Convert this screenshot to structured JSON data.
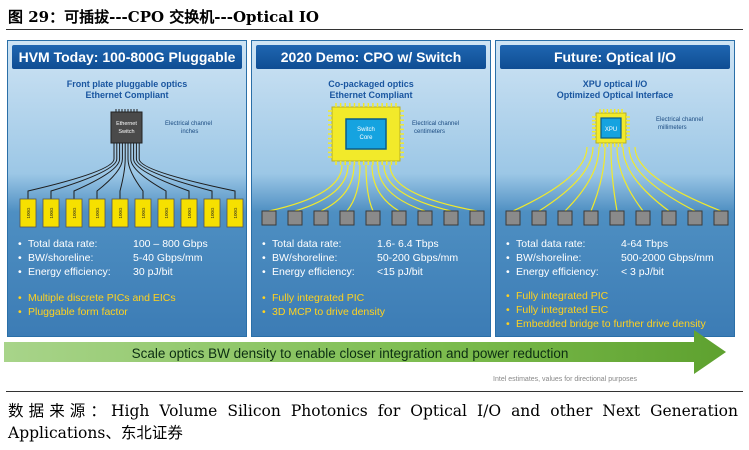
{
  "figure": {
    "title": "图 29：可插拔---CPO 交换机---Optical IO"
  },
  "panels": [
    {
      "header": "HVM Today: 100-800G Pluggable",
      "sub1": "Front plate pluggable optics",
      "sub2": "Ethernet Compliant",
      "chip_line1": "Ethernet",
      "chip_line2": "Switch",
      "channel_line1": "Electrical channel",
      "channel_line2": "inches",
      "module_label": "100G",
      "stats": [
        {
          "label": "Total data rate:",
          "value": "100 – 800 Gbps"
        },
        {
          "label": "BW/shoreline:",
          "value": "5-40 Gbps/mm"
        },
        {
          "label": "Energy efficiency:",
          "value": "30 pJ/bit"
        }
      ],
      "features": [
        "Multiple discrete PICs and EICs",
        "Pluggable form factor"
      ]
    },
    {
      "header": "2020 Demo: CPO w/ Switch",
      "sub1": "Co-packaged optics",
      "sub2": "Ethernet Compliant",
      "chip_line1": "Switch",
      "chip_line2": "Core",
      "channel_line1": "Electrical channel",
      "channel_line2": "centimeters",
      "stats": [
        {
          "label": "Total data rate:",
          "value": "1.6- 6.4 Tbps"
        },
        {
          "label": "BW/shoreline:",
          "value": "50-200 Gbps/mm"
        },
        {
          "label": "Energy efficiency:",
          "value": "<15 pJ/bit"
        }
      ],
      "features": [
        "Fully integrated PIC",
        "3D MCP to drive density"
      ]
    },
    {
      "header": "Future: Optical I/O",
      "sub1": "XPU optical I/O",
      "sub2": "Optimized Optical Interface",
      "chip_line1": "XPU",
      "channel_line1": "Electrical channel",
      "channel_line2": "millimeters",
      "stats": [
        {
          "label": "Total data rate:",
          "value": "4-64 Tbps"
        },
        {
          "label": "BW/shoreline:",
          "value": "500-2000 Gbps/mm"
        },
        {
          "label": "Energy efficiency:",
          "value": "< 3 pJ/bit"
        }
      ],
      "features": [
        "Fully integrated PIC",
        "Fully integrated EIC",
        "Embedded bridge to further drive density"
      ]
    }
  ],
  "arrow": {
    "text": "Scale optics BW density to enable closer integration and power reduction"
  },
  "note": "Intel estimates, values for directional purposes",
  "source": "数据来源：High Volume Silicon Photonics for Optical I/O and other Next Generation Applications、东北证券",
  "colors": {
    "header_blue": "#1462b0",
    "feature_yellow": "#ffd21f",
    "trace_yellow": "#f2ea2a",
    "arrow_green": "#6cae3c"
  }
}
